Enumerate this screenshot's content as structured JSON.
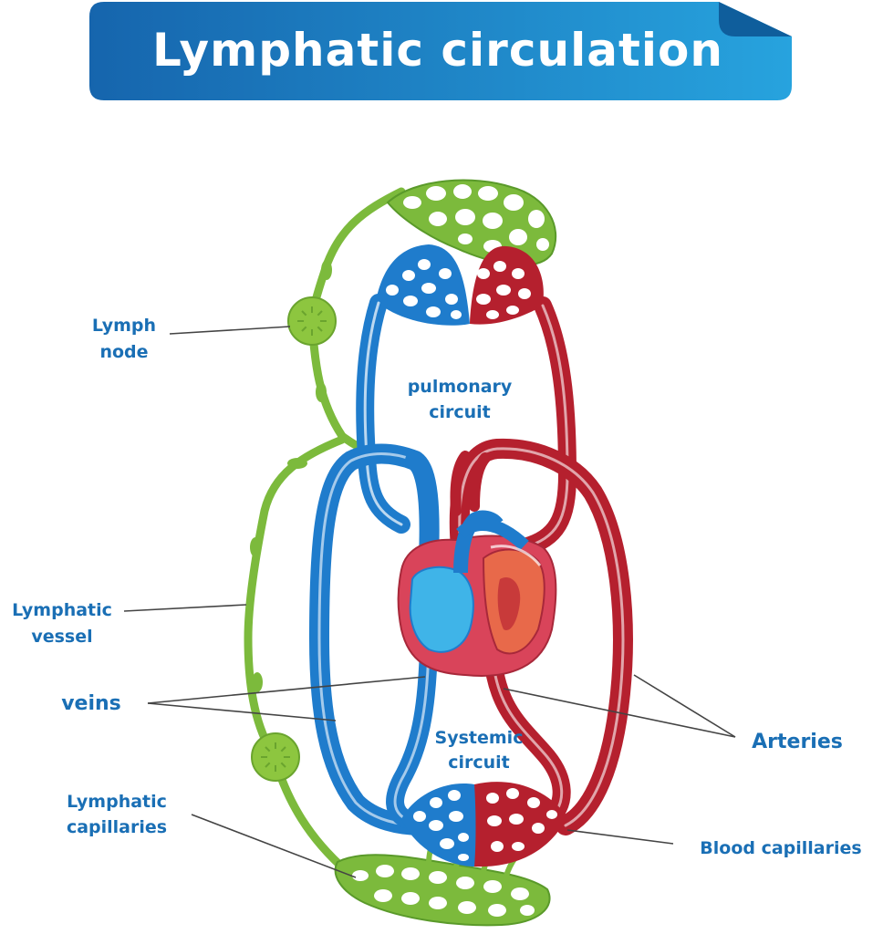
{
  "title": "Lymphatic circulation",
  "labels": {
    "lymph_node": [
      "Lymph",
      "node"
    ],
    "lymphatic_vessel": [
      "Lymphatic",
      "vessel"
    ],
    "veins": "veins",
    "lymphatic_capillaries": [
      "Lymphatic",
      "capillaries"
    ],
    "pulmonary_circuit": [
      "pulmonary",
      "circuit"
    ],
    "systemic_circuit": [
      "Systemic",
      "circuit"
    ],
    "arteries": "Arteries",
    "blood_capillaries": "Blood capillaries"
  },
  "colors": {
    "banner": "#1a7cc4",
    "banner_fold": "#0f5e9c",
    "lymph": "#7cba3c",
    "lymph_dark": "#5a9a2a",
    "vein": "#1f7ccc",
    "artery": "#b5202e",
    "heart": "#d9445a",
    "label": "#1a6fb5"
  }
}
